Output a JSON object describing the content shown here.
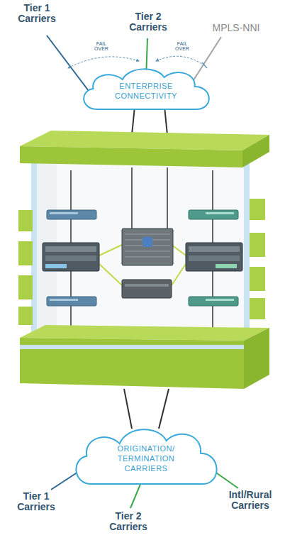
{
  "diagram": {
    "nodes": [
      {
        "text": [
          "ENTERPRISE CONNECTIVITY"
        ]
      },
      {
        "text": [
          "ORIGINATION/ TERMINATION CARRIERS"
        ]
      }
    ],
    "labels": [
      "Tier 1 Carriers",
      "Tier 2 Carriers",
      "MPLS-NNI",
      "FAIL OVER",
      "FAIL OVER",
      "Tier 1 Carriers",
      "Tier 2 Carriers",
      "Intl/Rural Carriers"
    ]
  }
}
